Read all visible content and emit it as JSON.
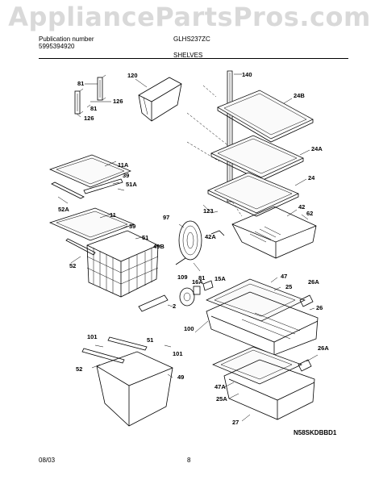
{
  "watermark": "AppliancePartsPros.com",
  "header": {
    "publication_label": "Publication number",
    "publication_number": "5995394920",
    "model": "GLHS237ZC",
    "section": "SHELVES"
  },
  "callouts": [
    "81",
    "126",
    "81",
    "126",
    "120",
    "140",
    "24B",
    "24A",
    "24",
    "123",
    "42",
    "62",
    "42A",
    "11A",
    "39",
    "51A",
    "52A",
    "11",
    "39",
    "51",
    "49B",
    "52",
    "97",
    "81",
    "47",
    "25",
    "26A",
    "26",
    "109",
    "16A",
    "15A",
    "2",
    "100",
    "26A",
    "101",
    "51",
    "101",
    "52",
    "49",
    "47A",
    "25A",
    "27"
  ],
  "footer": {
    "date": "08/03",
    "page": "8",
    "diagram_code": "N58SKDBBD1"
  }
}
